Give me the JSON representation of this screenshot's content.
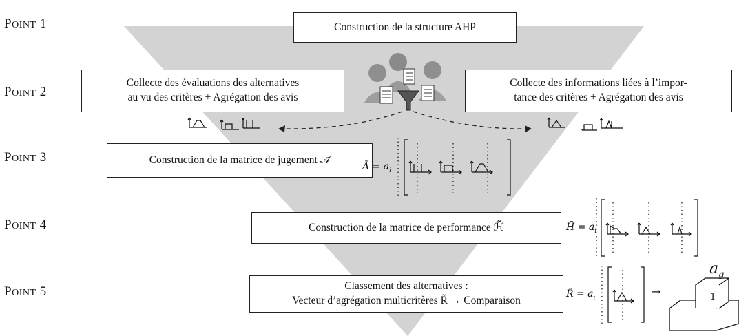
{
  "points": [
    {
      "big": "P",
      "small": "OINT",
      "num": "1"
    },
    {
      "big": "P",
      "small": "OINT",
      "num": "2"
    },
    {
      "big": "P",
      "small": "OINT",
      "num": "3"
    },
    {
      "big": "P",
      "small": "OINT",
      "num": "4"
    },
    {
      "big": "P",
      "small": "OINT",
      "num": "5"
    }
  ],
  "boxes": {
    "ahp": "Construction de la structure AHP",
    "collect_left_1": "Collecte des évaluations des alternatives",
    "collect_left_2": "au vu des critères + Agrégation des avis",
    "collect_right_1": "Collecte des informations liées à l’impor-",
    "collect_right_2": "tance des critères + Agrégation des avis",
    "judgement": "Construction de la matrice de jugement 𝒜̃",
    "performance": "Construction de la matrice de performance ℋ̃",
    "ranking_1": "Classement des alternatives :",
    "ranking_2": "Vecteur d’agrégation multicritères R̃ → Comparaison"
  },
  "formulas": {
    "a_lhs": "Ã = a",
    "h_lhs": "H̃ = a",
    "r_lhs": "R̃ = a",
    "subscript": "i",
    "arrow": "→",
    "ag_label": "a",
    "ag_sub": "g",
    "podium_rank": "1"
  },
  "colors": {
    "triangle": "#d0d0d0",
    "stroke": "#222222",
    "icon_gray": "#9a9a9a"
  },
  "icons": [
    "people-group-icon",
    "documents-icon",
    "funnel-icon"
  ]
}
